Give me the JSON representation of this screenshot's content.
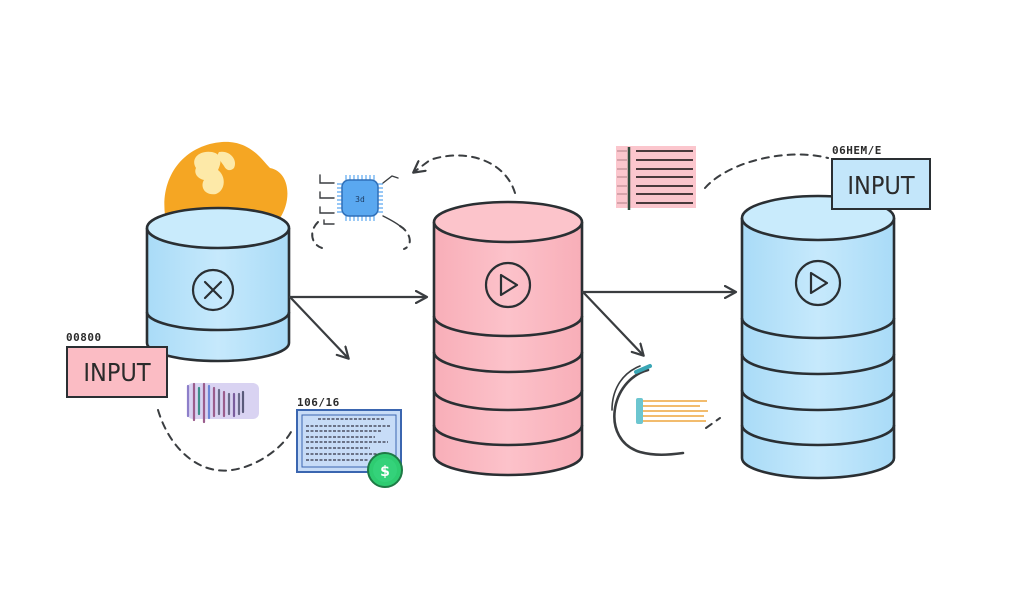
{
  "diagram": {
    "title": "",
    "colors": {
      "blue_fill": "#bfe6fb",
      "pink_fill": "#fbbcc4",
      "outline": "#2a2f33",
      "orange_blob": "#f5a623",
      "blob_highlight": "#fde9a8",
      "chip_blue": "#5aa8f0",
      "doc_blue": "#c7dcf7",
      "coin_green": "#2ecc71",
      "cable_orange": "#f0b35a"
    },
    "nodes": [
      {
        "id": "db-left",
        "shape": "cylinder",
        "color": "blue",
        "icon": "close-circle-icon",
        "segments": 2
      },
      {
        "id": "db-center",
        "shape": "cylinder",
        "color": "pink",
        "icon": "play-circle-icon",
        "segments": 5
      },
      {
        "id": "db-right",
        "shape": "cylinder",
        "color": "blue",
        "icon": "play-circle-icon",
        "segments": 5
      }
    ],
    "labels": [
      {
        "id": "input-left",
        "caption": "00800",
        "text": "INPUT",
        "color": "pink"
      },
      {
        "id": "input-right",
        "caption": "06HEM/E",
        "text": "INPUT",
        "color": "blue"
      },
      {
        "id": "document-caption",
        "caption": "106/16"
      }
    ],
    "chip": {
      "text": "3d"
    },
    "edges": [
      {
        "from": "db-left",
        "to": "db-center",
        "style": "solid"
      },
      {
        "from": "db-left",
        "to": "document",
        "style": "solid"
      },
      {
        "from": "db-center",
        "to": "db-right",
        "style": "solid"
      },
      {
        "from": "db-center",
        "to": "cable-connector",
        "style": "solid"
      },
      {
        "from": "db-center",
        "to": "chip",
        "style": "dashed"
      },
      {
        "from": "pink-list",
        "to": "input-right",
        "style": "dashed"
      },
      {
        "from": "input-left",
        "to": "document",
        "style": "dashed"
      }
    ]
  }
}
